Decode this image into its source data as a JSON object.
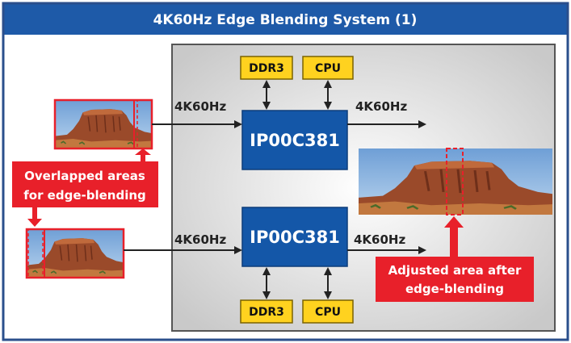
{
  "title": "4K60Hz Edge Blending System (1)",
  "colors": {
    "header": "#1e5aa8",
    "frame_border": "#2b4f8c",
    "chip": "#1457a8",
    "memory": "#ffd21f",
    "callout": "#e8202a",
    "arrow": "#222222"
  },
  "chips": {
    "top_label": "IP00C381",
    "bottom_label": "IP00C381"
  },
  "memory": {
    "top_ddr": "DDR3",
    "top_cpu": "CPU",
    "bottom_ddr": "DDR3",
    "bottom_cpu": "CPU"
  },
  "signals": {
    "top_in": "4K60Hz",
    "top_out": "4K60Hz",
    "bottom_in": "4K60Hz",
    "bottom_out": "4K60Hz"
  },
  "callouts": {
    "overlap_line1": "Overlapped areas",
    "overlap_line2": "for edge-blending",
    "adjusted_line1": "Adjusted area after",
    "adjusted_line2": "edge-blending"
  },
  "images": {
    "top_input": "mesa-photo-left",
    "bottom_input": "mesa-photo-right",
    "output": "mesa-photo-blended"
  }
}
